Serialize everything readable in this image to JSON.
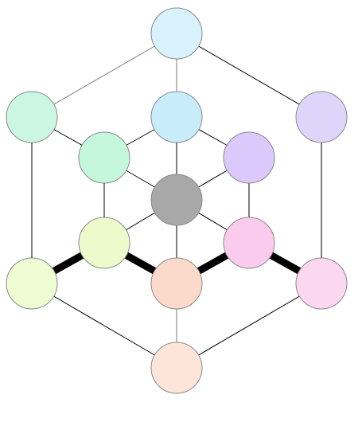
{
  "diagram": {
    "type": "graph",
    "nodes": [
      {
        "id": "outer-top",
        "color": "#d9f2fd"
      },
      {
        "id": "outer-upper-left",
        "color": "#cbf7e2"
      },
      {
        "id": "outer-upper-right",
        "color": "#dfd5fb"
      },
      {
        "id": "outer-lower-left",
        "color": "#eefcd4"
      },
      {
        "id": "outer-lower-right",
        "color": "#fcd7f0"
      },
      {
        "id": "outer-bottom",
        "color": "#fde6d9"
      },
      {
        "id": "inner-top",
        "color": "#c9ecfb"
      },
      {
        "id": "inner-upper-left",
        "color": "#c5f7dc"
      },
      {
        "id": "inner-upper-right",
        "color": "#dac9fa"
      },
      {
        "id": "inner-lower-left",
        "color": "#ecfacc"
      },
      {
        "id": "inner-lower-right",
        "color": "#fbcbee"
      },
      {
        "id": "inner-bottom",
        "color": "#fcdacb"
      },
      {
        "id": "center",
        "color": "#a8a8a8"
      }
    ],
    "edges": [
      {
        "from": "outer-top",
        "to": "outer-upper-left",
        "style": "light"
      },
      {
        "from": "outer-top",
        "to": "outer-upper-right",
        "style": "thin"
      },
      {
        "from": "outer-top",
        "to": "inner-top",
        "style": "light"
      },
      {
        "from": "outer-upper-left",
        "to": "outer-lower-left",
        "style": "thin"
      },
      {
        "from": "outer-upper-left",
        "to": "inner-upper-left",
        "style": "thin"
      },
      {
        "from": "outer-upper-right",
        "to": "outer-lower-right",
        "style": "thin"
      },
      {
        "from": "outer-lower-left",
        "to": "outer-bottom",
        "style": "thin"
      },
      {
        "from": "outer-lower-right",
        "to": "outer-bottom",
        "style": "thin"
      },
      {
        "from": "outer-bottom",
        "to": "inner-bottom",
        "style": "light"
      },
      {
        "from": "outer-lower-left",
        "to": "inner-lower-left",
        "style": "bold"
      },
      {
        "from": "inner-lower-left",
        "to": "inner-bottom",
        "style": "bold"
      },
      {
        "from": "inner-bottom",
        "to": "inner-lower-right",
        "style": "bold"
      },
      {
        "from": "inner-lower-right",
        "to": "outer-lower-right",
        "style": "bold"
      },
      {
        "from": "inner-top",
        "to": "inner-upper-left",
        "style": "thin"
      },
      {
        "from": "inner-top",
        "to": "inner-upper-right",
        "style": "thin"
      },
      {
        "from": "inner-upper-left",
        "to": "inner-lower-left",
        "style": "thin"
      },
      {
        "from": "inner-upper-right",
        "to": "inner-lower-right",
        "style": "thin"
      },
      {
        "from": "center",
        "to": "inner-top",
        "style": "thin"
      },
      {
        "from": "center",
        "to": "inner-upper-left",
        "style": "thin"
      },
      {
        "from": "center",
        "to": "inner-upper-right",
        "style": "thin"
      },
      {
        "from": "center",
        "to": "inner-lower-left",
        "style": "thin"
      },
      {
        "from": "center",
        "to": "inner-lower-right",
        "style": "thin"
      },
      {
        "from": "center",
        "to": "inner-bottom",
        "style": "thin"
      }
    ]
  }
}
